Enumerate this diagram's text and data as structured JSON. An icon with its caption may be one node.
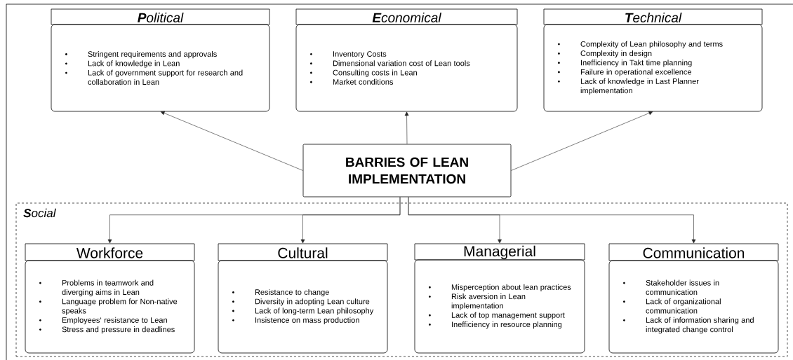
{
  "diagram": {
    "nodes": [
      {
        "text": [
          "**P**olitical",
          "Stringent requirements and approvals",
          "Lack of knowledge in Lean",
          "Lack of government support for research and collaboration in Lean"
        ]
      },
      {
        "text": [
          "**E**conomical",
          "Inventory Costs",
          "Dimensional variation cost of Lean tools",
          "Consulting costs in Lean",
          "Market conditions"
        ]
      },
      {
        "text": [
          "**T**echnical",
          "Complexity of Lean philosophy and terms",
          "Complexity in design",
          "Inefficiency in Takt time planning",
          "Failure in operational excellence",
          "Lack of knowledge in Last Planner implementation"
        ]
      },
      {
        "text": [
          "BARRIES OF LEAN IMPLEMENTATION"
        ]
      },
      {
        "text": [
          "**S**ocial"
        ]
      },
      {
        "text": [
          "Workforce",
          "Problems in teamwork and diverging aims in Lean",
          "Language problem for Non-native speaks",
          "Employees‘ resistance to Lean",
          "Stress and pressure in deadlines"
        ],
        "in": 4
      },
      {
        "text": [
          "Cultural",
          "Resistance to change",
          "Diversity in adopting Lean culture",
          "Lack of long-term Lean philosophy",
          "Insistence on mass production"
        ],
        "in": 4
      },
      {
        "text": [
          "Managerial",
          "Misperception about lean practices",
          "Risk aversion in Lean implementation",
          "Lack of top management support",
          "Inefficiency in resource planning"
        ],
        "in": 4
      },
      {
        "text": [
          "Communication",
          "Stakeholder issues in communication",
          "Lack of organizational communication",
          "Lack of information sharing and integrated change control"
        ],
        "in": 4
      }
    ],
    "edges": [
      {
        "from": 3,
        "to": 0,
        "arrow": "to"
      },
      {
        "from": 3,
        "to": 1,
        "arrow": "to"
      },
      {
        "from": 3,
        "to": 2,
        "arrow": "to"
      },
      {
        "from": 3,
        "to": 5,
        "arrow": "to"
      },
      {
        "from": 3,
        "to": 6,
        "arrow": "to"
      },
      {
        "from": 3,
        "to": 7,
        "arrow": "to"
      },
      {
        "from": 3,
        "to": 8,
        "arrow": "to"
      }
    ]
  }
}
